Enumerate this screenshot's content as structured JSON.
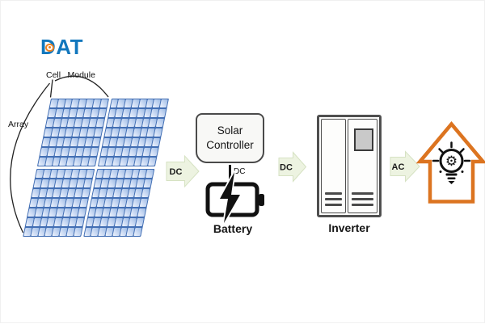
{
  "brand": {
    "name": "DAT",
    "color": "#1277bd",
    "dot_color": "#f08220"
  },
  "pv": {
    "cell_label": "Cell",
    "module_label": "Module",
    "array_label": "Array",
    "modules": {
      "rows": 2,
      "cols": 2
    },
    "cells": {
      "rows": 7,
      "cols": 8
    },
    "panel_line_color": "#436fb4"
  },
  "nodes": {
    "controller": "Solar Controller",
    "battery": "Battery",
    "inverter": "Inverter"
  },
  "flow": {
    "dc1": "DC",
    "dc2": "DC",
    "ac": "AC",
    "battery_link": "DC",
    "arrow_fill": "#edf3e1",
    "arrow_stroke": "#d6e2c3"
  },
  "house": {
    "outline_color": "#dc7420"
  },
  "icons": {
    "gear": "⚙",
    "battery": "battery-charging-icon",
    "house": "house-icon",
    "bulb": "lightbulb-gear-icon"
  }
}
